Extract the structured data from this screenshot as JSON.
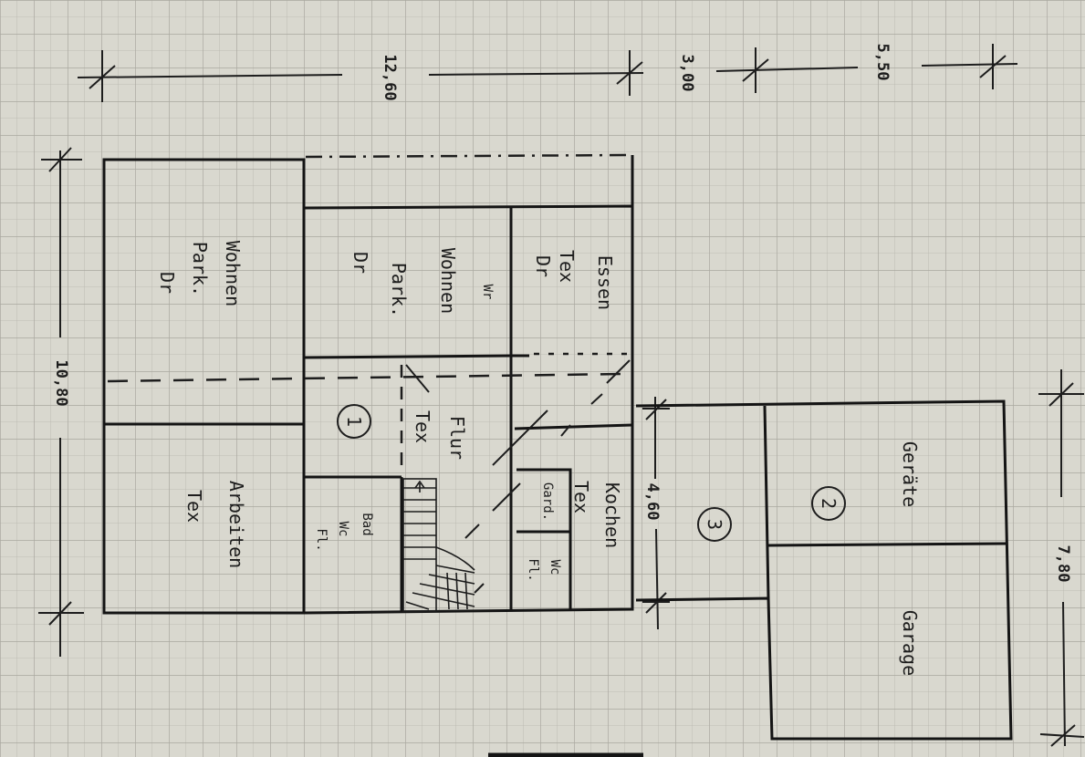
{
  "dimensions": {
    "d1": "12,60",
    "d2": "3,00",
    "d3": "5,50",
    "d4": "10,80",
    "d5": "4,60",
    "d6": "7,80"
  },
  "rooms": {
    "wohnen_left": [
      "Wohnen",
      "Park.",
      "Dr"
    ],
    "arbeiten": [
      "Arbeiten",
      "Tex"
    ],
    "wohnen_mid": [
      "Wr",
      "Wohnen",
      "Park.",
      "Dr"
    ],
    "essen": [
      "Essen",
      "Tex",
      "Dr"
    ],
    "flur": [
      "Flur",
      "Tex"
    ],
    "bad": [
      "Bad",
      "Wc",
      "Fl."
    ],
    "kochen": [
      "Kochen",
      "Tex"
    ],
    "gard": "Gard.",
    "wc": [
      "Wc",
      "Fl."
    ],
    "geraete": "Geräte",
    "garage": "Garage"
  },
  "markers": {
    "m1": "1",
    "m2": "2",
    "m3": "3"
  }
}
